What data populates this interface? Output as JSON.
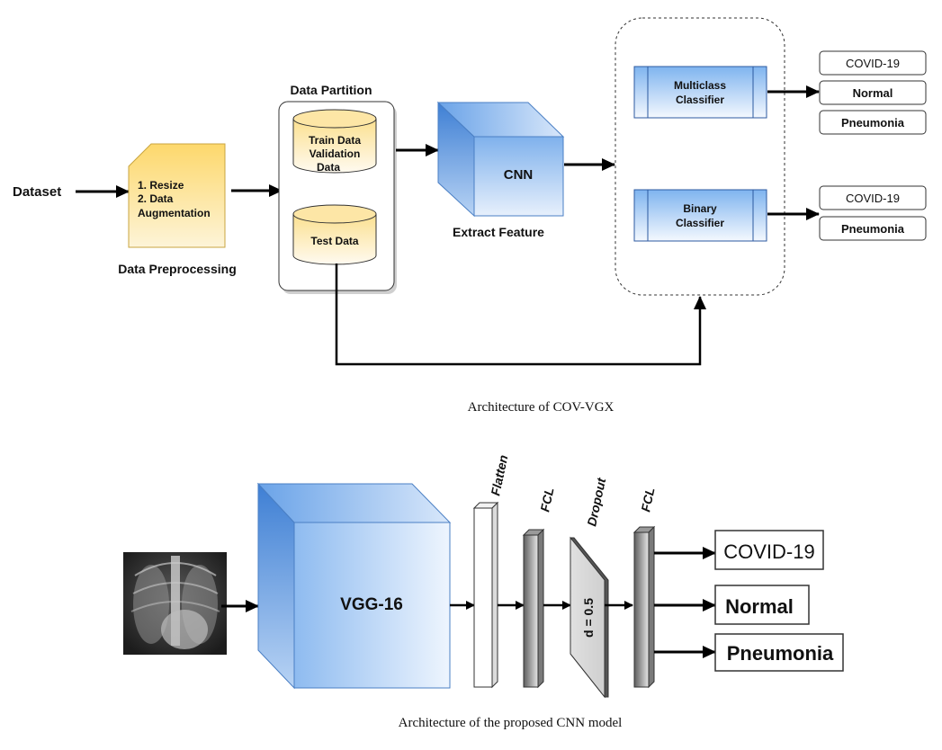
{
  "top": {
    "dataset": "Dataset",
    "preprocess_items": [
      "1. Resize",
      "2. Data",
      "Augmentation"
    ],
    "preprocess_label": "Data Preprocessing",
    "partition_title": "Data Partition",
    "train_lines": [
      "Train Data",
      "Validation",
      "Data"
    ],
    "test_data": "Test Data",
    "cnn": "CNN",
    "extract_feature": "Extract Feature",
    "multiclass_lines": [
      "Multiclass",
      "Classifier"
    ],
    "binary_lines": [
      "Binary",
      "Classifier"
    ],
    "multiclass_outputs": [
      "COVID-19",
      "Normal",
      "Pneumonia"
    ],
    "binary_outputs": [
      "COVID-19",
      "Pneumonia"
    ],
    "caption": "Architecture of COV-VGX"
  },
  "bottom": {
    "vgg": "VGG-16",
    "layers": [
      "Flatten",
      "FCL",
      "Dropout",
      "FCL"
    ],
    "dropout_value": "d = 0.5",
    "outputs": [
      "COVID-19",
      "Normal",
      "Pneumonia"
    ],
    "caption": "Architecture of the proposed CNN model"
  },
  "colors": {
    "note_fill": "#fcd46c",
    "cylinder_fill": "#fbe3a0",
    "blue_dark": "#4e8fde",
    "blue_light": "#e9f2fd",
    "gray_dark": "#6e6e6e"
  }
}
